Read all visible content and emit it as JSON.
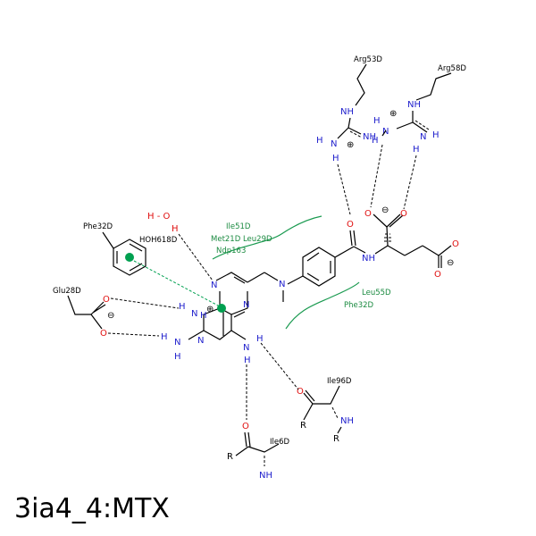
{
  "title": "3ia4_4:MTX",
  "residues": {
    "arg53": "Arg53D",
    "arg58": "Arg58D",
    "phe32_ring": "Phe32D",
    "hoh618": "HOH618D",
    "glu28": "Glu28D",
    "ile96": "Ile96D",
    "ile6": "Ile6D"
  },
  "hydrophobic": {
    "top_line1": "Ile51D",
    "top_line2": "Met21D Leu29D",
    "top_line3": "Ndp163",
    "right_line1": "Leu55D",
    "right_line2": "Phe32D"
  },
  "atoms": {
    "N": "N",
    "NH": "NH",
    "H": "H",
    "O": "O",
    "R": "R",
    "HO": "H - O"
  },
  "charges": {
    "plus": "⊕",
    "minus": "⊖"
  },
  "colors": {
    "nitrogen": "#1f1fcc",
    "oxygen": "#e01010",
    "hydrophobic": "#1a9a50",
    "pi": "#00a050"
  }
}
